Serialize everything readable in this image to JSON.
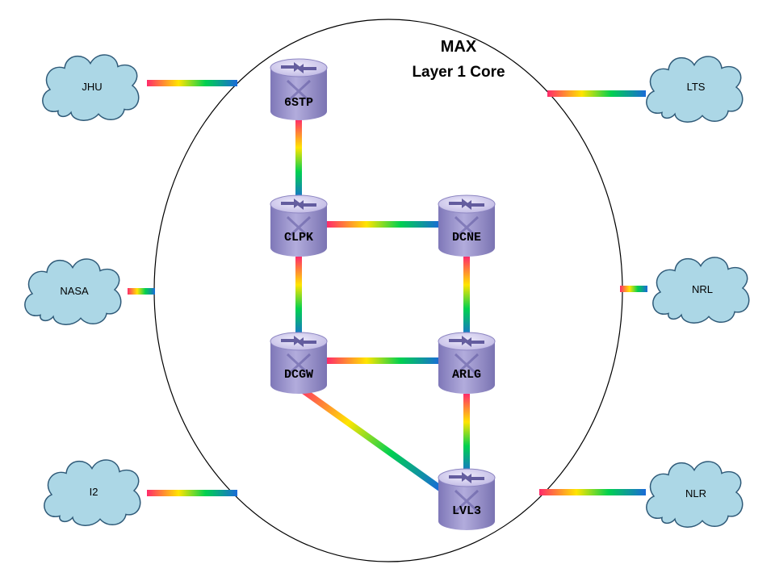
{
  "title": {
    "line1": "MAX",
    "line2": "Layer 1 Core"
  },
  "routers": {
    "r6stp": "6STP",
    "clpk": "CLPK",
    "dcne": "DCNE",
    "dcgw": "DCGW",
    "arlg": "ARLG",
    "lvl3": "LVL3"
  },
  "clouds": {
    "jhu": "JHU",
    "nasa": "NASA",
    "i2": "I2",
    "lts": "LTS",
    "nrl": "NRL",
    "nlr": "NLR"
  },
  "colors": {
    "router_top": "#dcd7f2",
    "router_body": "#9a93cc",
    "router_edge": "#6e67a8",
    "cloud_fill": "#acd7e6",
    "cloud_stroke": "#2f5a78",
    "link_spectrum": [
      "#ff2a6a",
      "#ffe500",
      "#00d050",
      "#1a6ad8"
    ]
  },
  "links": [
    [
      "r6stp",
      "clpk"
    ],
    [
      "clpk",
      "dcne"
    ],
    [
      "clpk",
      "dcgw"
    ],
    [
      "dcne",
      "arlg"
    ],
    [
      "dcgw",
      "arlg"
    ],
    [
      "dcgw",
      "lvl3"
    ],
    [
      "arlg",
      "lvl3"
    ],
    [
      "jhu",
      "core"
    ],
    [
      "nasa",
      "core"
    ],
    [
      "i2",
      "core"
    ],
    [
      "lts",
      "core"
    ],
    [
      "nrl",
      "core"
    ],
    [
      "nlr",
      "core"
    ]
  ]
}
